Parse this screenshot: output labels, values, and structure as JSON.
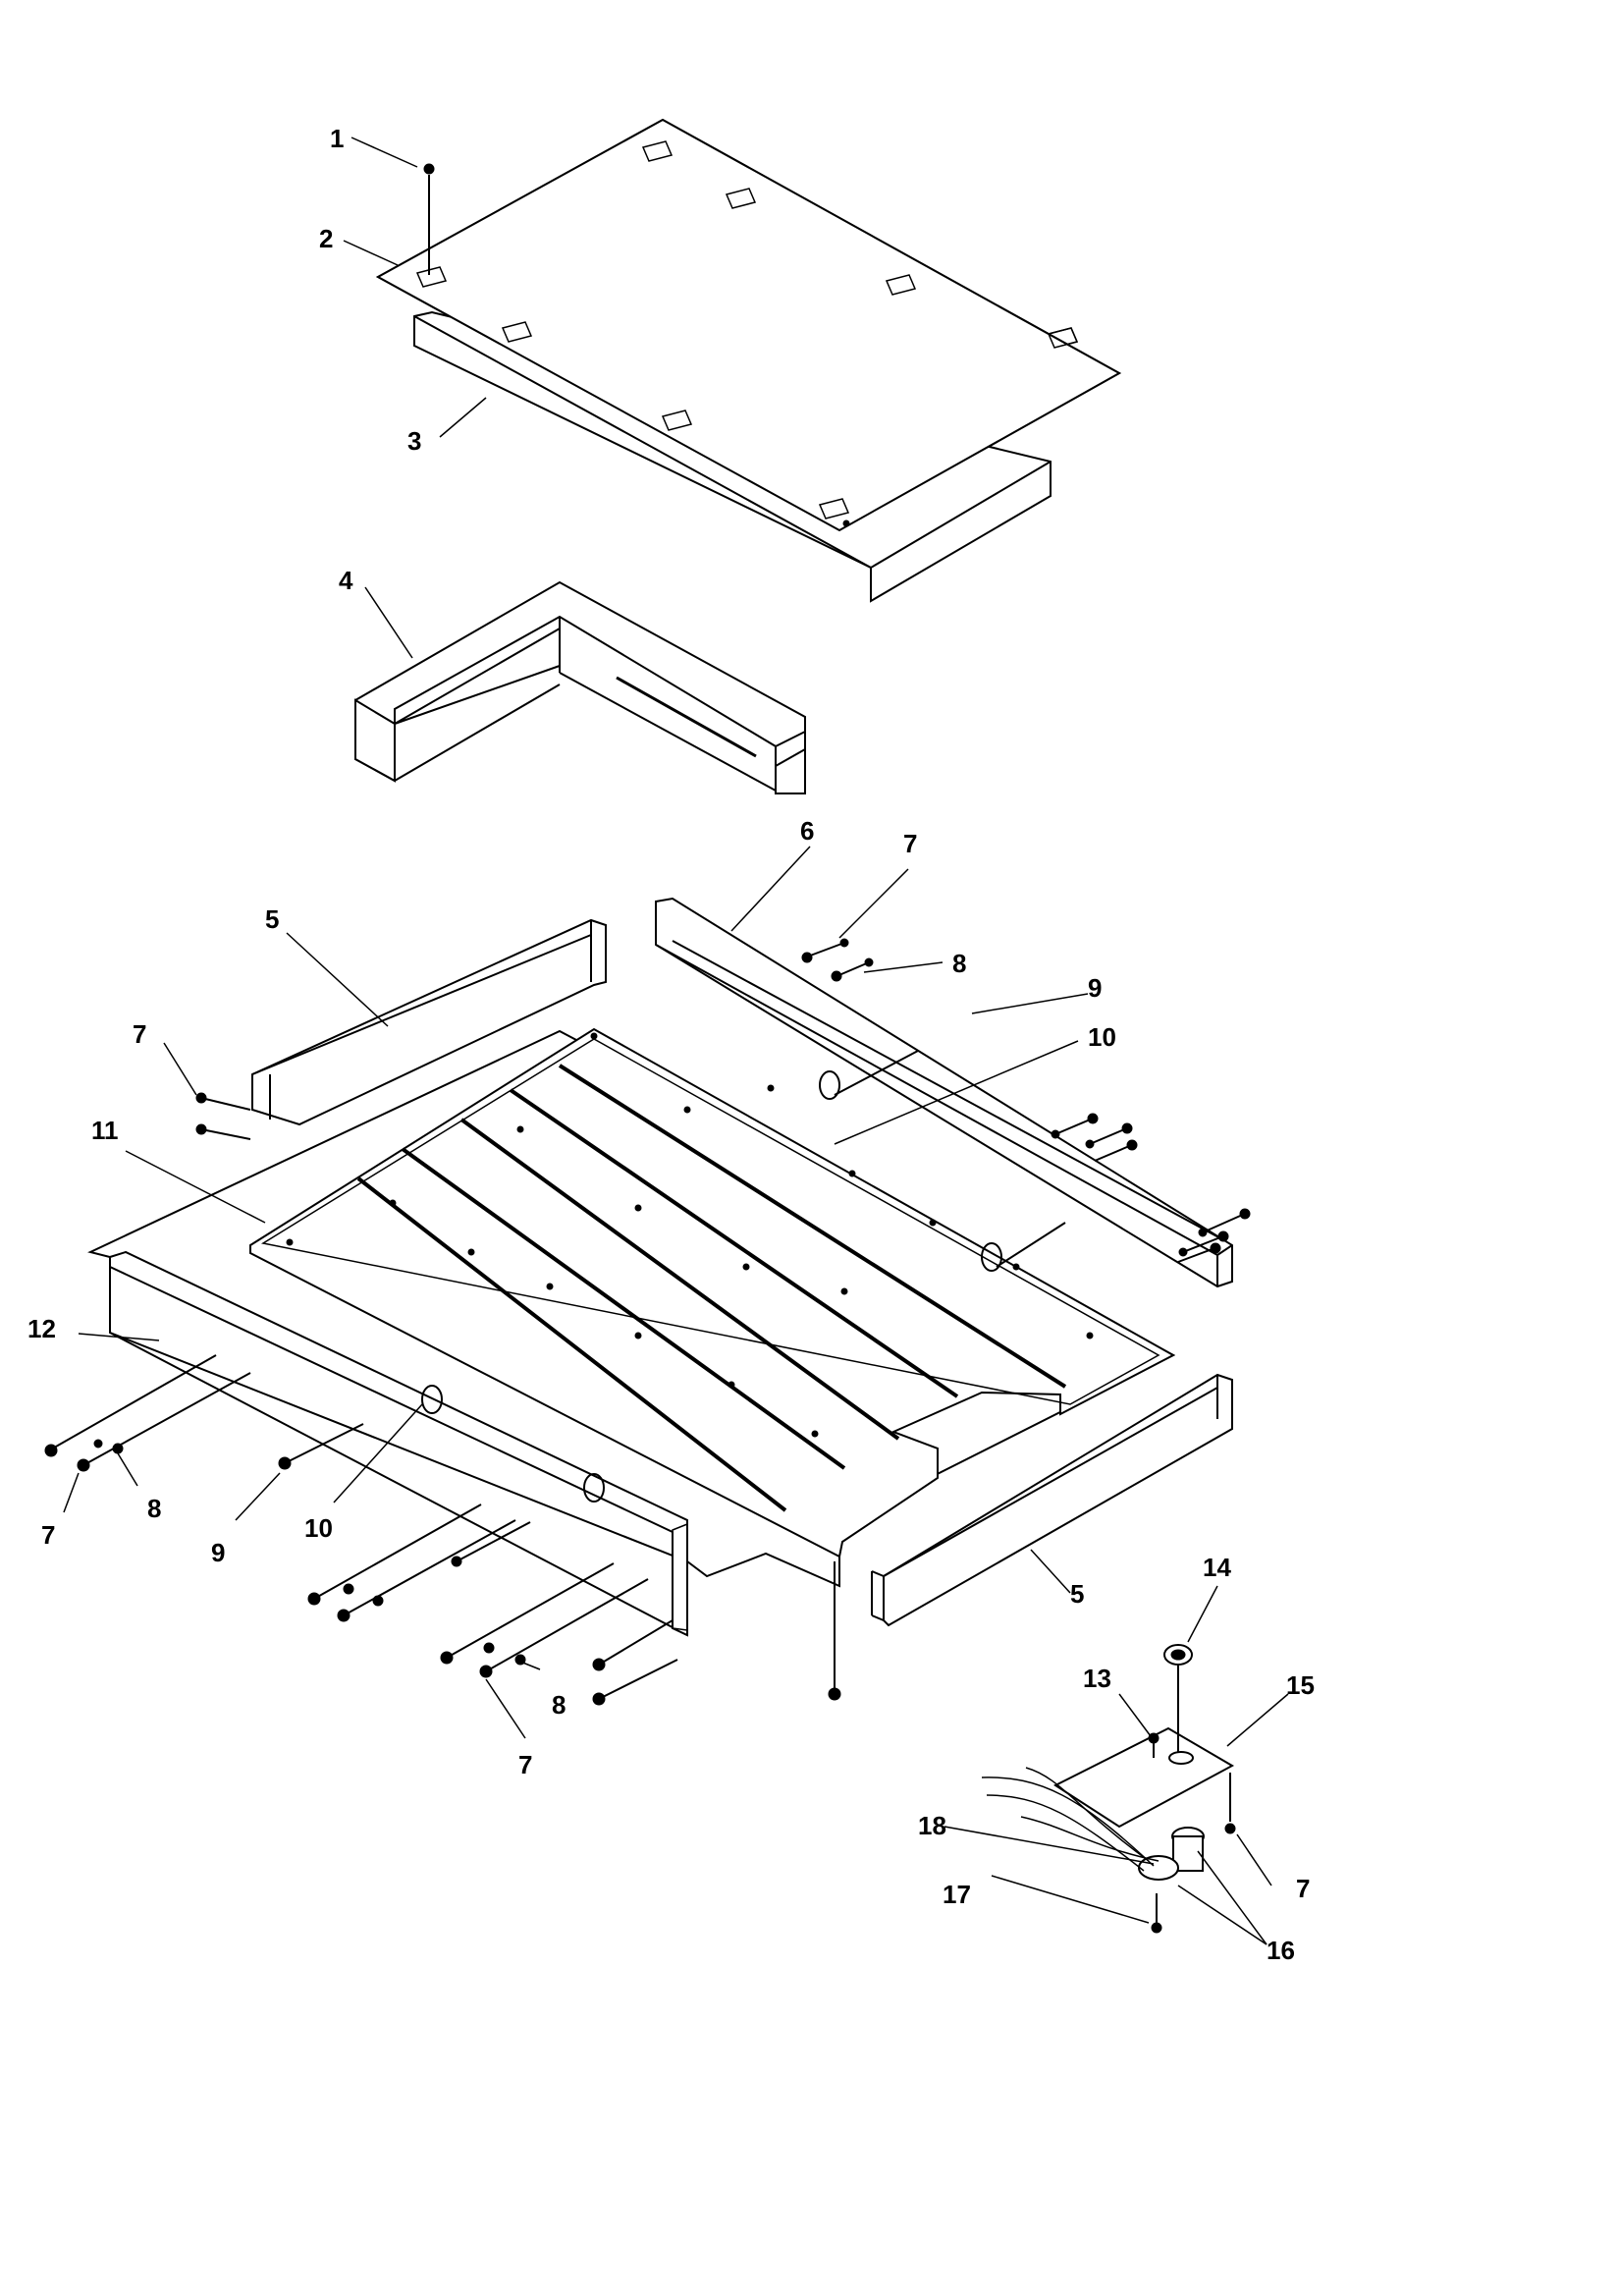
{
  "diagram": {
    "callouts": [
      {
        "id": "c1",
        "label": "1"
      },
      {
        "id": "c2",
        "label": "2"
      },
      {
        "id": "c3",
        "label": "3"
      },
      {
        "id": "c4",
        "label": "4"
      },
      {
        "id": "c5a",
        "label": "5"
      },
      {
        "id": "c5b",
        "label": "5"
      },
      {
        "id": "c6",
        "label": "6"
      },
      {
        "id": "c7a",
        "label": "7"
      },
      {
        "id": "c7b",
        "label": "7"
      },
      {
        "id": "c7c",
        "label": "7"
      },
      {
        "id": "c7d",
        "label": "7"
      },
      {
        "id": "c7e",
        "label": "7"
      },
      {
        "id": "c8a",
        "label": "8"
      },
      {
        "id": "c8b",
        "label": "8"
      },
      {
        "id": "c8c",
        "label": "8"
      },
      {
        "id": "c9a",
        "label": "9"
      },
      {
        "id": "c9b",
        "label": "9"
      },
      {
        "id": "c10a",
        "label": "10"
      },
      {
        "id": "c10b",
        "label": "10"
      },
      {
        "id": "c11",
        "label": "11"
      },
      {
        "id": "c12",
        "label": "12"
      },
      {
        "id": "c13",
        "label": "13"
      },
      {
        "id": "c14",
        "label": "14"
      },
      {
        "id": "c15",
        "label": "15"
      },
      {
        "id": "c16",
        "label": "16"
      },
      {
        "id": "c17",
        "label": "17"
      },
      {
        "id": "c18",
        "label": "18"
      }
    ]
  }
}
